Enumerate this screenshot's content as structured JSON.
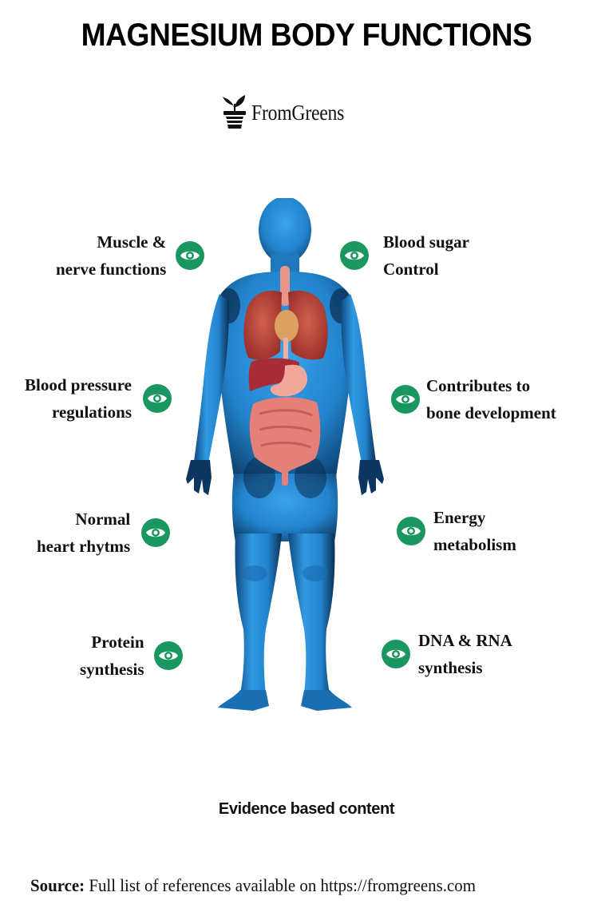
{
  "title": "MAGNESIUM BODY FUNCTIONS",
  "logo": {
    "text": "FromGreens",
    "icon": "plant-pot-icon"
  },
  "colors": {
    "accent_green": "#1a9660",
    "body_blue": "#2a8fd6",
    "organ_red": "#b8413a",
    "text": "#111111"
  },
  "functions": {
    "left": [
      {
        "line1": "Muscle &",
        "line2": "nerve functions",
        "icon": "eye-icon"
      },
      {
        "line1": "Blood pressure",
        "line2": "regulations",
        "icon": "eye-icon"
      },
      {
        "line1": "Normal",
        "line2": "heart rhytms",
        "icon": "eye-icon"
      },
      {
        "line1": "Protein",
        "line2": "synthesis",
        "icon": "eye-icon"
      }
    ],
    "right": [
      {
        "line1": "Blood sugar",
        "line2": "Control",
        "icon": "eye-icon"
      },
      {
        "line1": "Contributes to",
        "line2": "bone development",
        "icon": "eye-icon"
      },
      {
        "line1": "Energy",
        "line2": "metabolism",
        "icon": "eye-icon"
      },
      {
        "line1": "DNA & RNA",
        "line2": "synthesis",
        "icon": "eye-icon"
      }
    ]
  },
  "evidence": "Evidence based content",
  "source": {
    "label": "Source:",
    "text": " Full list of references available on https://fromgreens.com"
  }
}
